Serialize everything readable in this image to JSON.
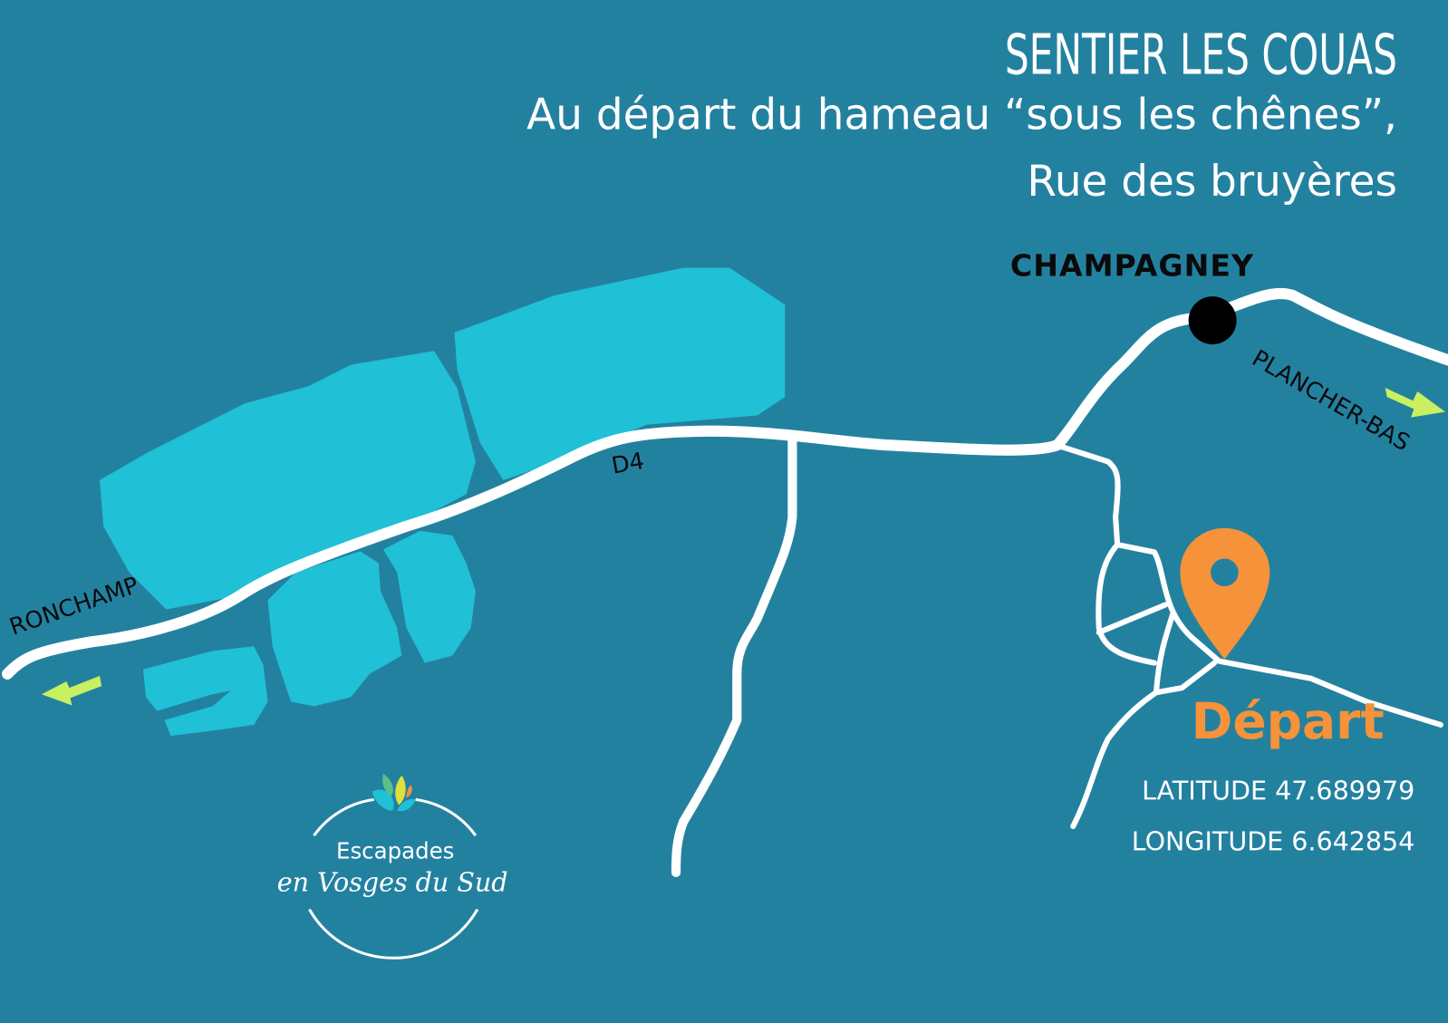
{
  "title": "SENTIER LES COUAS",
  "subtitle_line1": "Au départ du hameau “sous les chênes”,",
  "subtitle_line2": "Rue des bruyères",
  "places": {
    "village": "CHAMPAGNEY",
    "west": "RONCHAMP",
    "east": "PLANCHER-BAS",
    "road": "D4"
  },
  "start": {
    "label": "Départ",
    "latitude": "LATITUDE 47.689979",
    "longitude": "LONGITUDE 6.642854"
  },
  "logo": {
    "line1": "Escapades",
    "line2": "en Vosges du Sud"
  },
  "colors": {
    "background": "#2381a0",
    "forest": "#20c0d6",
    "arrow": "#c8f060",
    "marker": "#f5923a"
  }
}
